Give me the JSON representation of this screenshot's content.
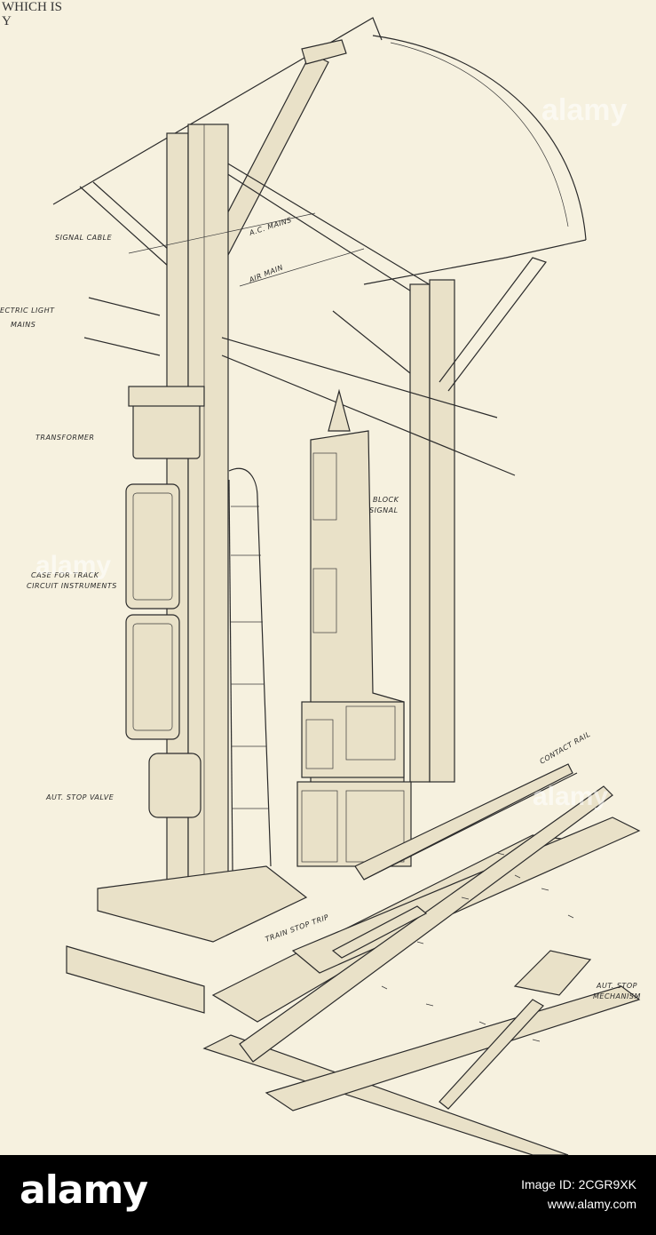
{
  "header_fragment": [
    "WHICH IS",
    "Y"
  ],
  "labels": {
    "signal_cable": "SIGNAL CABLE",
    "ac_mains": "A.C. MAINS",
    "air_main": "AIR MAIN",
    "electric_light_mains_1": "ECTRIC LIGHT",
    "electric_light_mains_2": "MAINS",
    "transformer": "TRANSFORMER",
    "block_signal_1": "BLOCK",
    "block_signal_2": "SIGNAL",
    "case_1": "CASE FOR TRACK",
    "case_2": "CIRCUIT INSTRUMENTS",
    "contact_rail": "CONTACT RAIL",
    "aut_stop_valve": "AUT. STOP VALVE",
    "train_stop_trip": "TRAIN STOP TRIP",
    "aut_stop_mech_1": "AUT. STOP",
    "aut_stop_mech_2": "MECHANISM"
  },
  "watermark": "alamy",
  "footer": {
    "logo": "alamy",
    "image_id": "Image ID: 2CGR9XK",
    "url": "www.alamy.com"
  },
  "colors": {
    "paper": "#f6f1df",
    "ink": "#2b2b2b",
    "footer_bg": "#000000"
  }
}
